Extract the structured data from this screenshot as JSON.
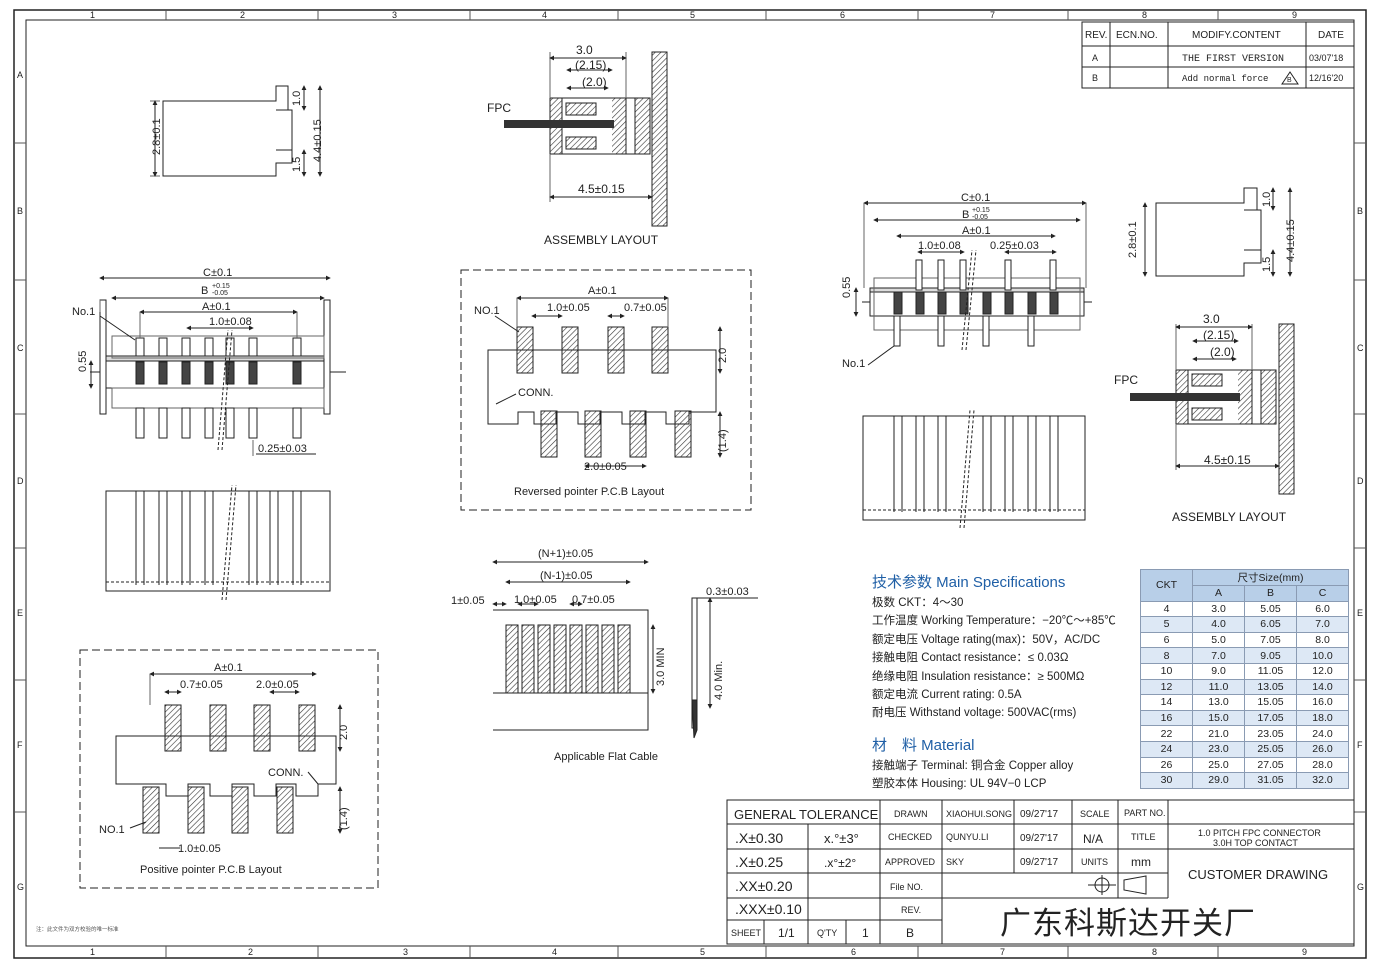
{
  "frame": {
    "col_labels": [
      "1",
      "2",
      "3",
      "4",
      "5",
      "6",
      "7",
      "8",
      "9"
    ],
    "row_labels": [
      "A",
      "B",
      "C",
      "D",
      "E",
      "F",
      "G"
    ]
  },
  "revision_table": {
    "headers": [
      "REV.",
      "ECN.NO.",
      "MODIFY.CONTENT",
      "DATE"
    ],
    "rows": [
      {
        "rev": "A",
        "ecn": "",
        "content": "THE FIRST VERSION",
        "date": "03/07'18"
      },
      {
        "rev": "B",
        "ecn": "",
        "content": "Add  normal  force",
        "date": "12/16'20",
        "mark": "B"
      }
    ]
  },
  "dims": {
    "d_3_0": "3.0",
    "d_2_15": "(2.15)",
    "d_2_0": "(2.0)",
    "d_1_0": "1.0",
    "d_1_5": "1.5",
    "d_2_8": "2.8±0.1",
    "d_4_4": "4.4±0.15",
    "d_4_5": "4.5±0.15",
    "c": "C±0.1",
    "b": "B",
    "b_tol_upper": "+0.15",
    "b_tol_lower": "-0.05",
    "a": "A±0.1",
    "pitch": "1.0±0.08",
    "pad": "0.25±0.03",
    "d_0_55": "0.55",
    "no1": "No.1",
    "no1_caps": "NO.1",
    "fpc": "FPC",
    "assembly": "ASSEMBLY LAYOUT",
    "rev_pcb": "Reversed pointer P.C.B Layout",
    "pos_pcb": "Positive pointer P.C.B Layout",
    "conn": "CONN.",
    "p_1_0_05": "1.0±0.05",
    "p_0_7_05": "0.7±0.05",
    "p_2_0_05": "2.0±0.05",
    "h_2_0": "2.0",
    "h_1_4": "(1.4)",
    "n1": "(N+1)±0.05",
    "nm1": "(N-1)±0.05",
    "one_05": "1±0.05",
    "t_03": "0.3±0.03",
    "min3": "3.0 MIN",
    "min4": "4.0 Min.",
    "flat": "Applicable Flat Cable"
  },
  "specs": {
    "title": "技术参数 Main Specifications",
    "lines": [
      "极数 CKT：4～30",
      "工作温度 Working Temperature：−20℃～+85℃",
      "额定电压 Voltage rating(max)：50V，AC/DC",
      "接触电阻 Contact resistance：≤ 0.03Ω",
      "绝缘电阻 Insulation resistance：≥ 500MΩ",
      "额定电流 Current rating: 0.5A",
      "耐电压 Withstand voltage: 500VAC(rms)"
    ],
    "material_title": "材　料 Material",
    "material_lines": [
      "接触端子 Terminal: 铜合金 Copper alloy",
      "塑胶本体 Housing: UL 94V−0 LCP"
    ]
  },
  "size_table": {
    "ckt_header": "CKT",
    "group_header": "尺寸Size(mm)",
    "cols": [
      "A",
      "B",
      "C"
    ],
    "rows": [
      [
        "4",
        "3.0",
        "5.05",
        "6.0"
      ],
      [
        "5",
        "4.0",
        "6.05",
        "7.0"
      ],
      [
        "6",
        "5.0",
        "7.05",
        "8.0"
      ],
      [
        "8",
        "7.0",
        "9.05",
        "10.0"
      ],
      [
        "10",
        "9.0",
        "11.05",
        "12.0"
      ],
      [
        "12",
        "11.0",
        "13.05",
        "14.0"
      ],
      [
        "14",
        "13.0",
        "15.05",
        "16.0"
      ],
      [
        "16",
        "15.0",
        "17.05",
        "18.0"
      ],
      [
        "22",
        "21.0",
        "23.05",
        "24.0"
      ],
      [
        "24",
        "23.0",
        "25.05",
        "26.0"
      ],
      [
        "26",
        "25.0",
        "27.05",
        "28.0"
      ],
      [
        "30",
        "29.0",
        "31.05",
        "32.0"
      ]
    ]
  },
  "title_block": {
    "general_tolerance": "GENERAL  TOLERANCE",
    "tol": [
      ".X±0.30",
      ".X±0.25",
      ".XX±0.20",
      ".XXX±0.10"
    ],
    "ang": [
      "x.°±3°",
      ".x°±2°"
    ],
    "drawn": "DRAWN",
    "drawn_by": "XIAOHUI.SONG",
    "drawn_date": "09/27'17",
    "checked": "CHECKED",
    "checked_by": "QUNYU.LI",
    "checked_date": "09/27'17",
    "approved": "APPROVED",
    "approved_by": "SKY",
    "approved_date": "09/27'17",
    "file_no": "File  NO.",
    "rev_label": "REV.",
    "rev_value": "B",
    "scale": "SCALE",
    "scale_value": "N/A",
    "units": "UNITS",
    "units_value": "mm",
    "part_no": "PART  NO.",
    "title_label": "TITLE",
    "title_line1": "1.0  PITCH  FPC  CONNECTOR",
    "title_line2": "3.0H  TOP  CONTACT",
    "customer": "CUSTOMER  DRAWING",
    "sheet": "SHEET",
    "sheet_value": "1/1",
    "qty": "Q'TY",
    "qty_value": "1"
  },
  "factory": "广东科斯达开关厂",
  "footnote": "注：此文件为双方校验的唯一标准"
}
